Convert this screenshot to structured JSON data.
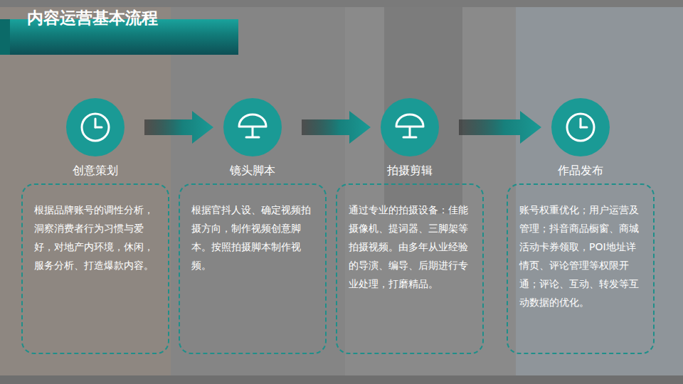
{
  "diagram": {
    "title": "内容运营基本流程",
    "nodes": [
      {
        "text": [
          "创意策划",
          "根据品牌账号的调性分析，洞察消费者行为习惯与爱好，对地产内环境，休闲，服务分析、打造爆款内容。"
        ]
      },
      {
        "text": [
          "镜头脚本",
          "根据官抖人设、确定视频拍摄方向，制作视频创意脚本。按照拍摄脚本制作视频。"
        ]
      },
      {
        "text": [
          "拍摄剪辑",
          "通过专业的拍摄设备：佳能摄像机、提词器、三脚架等拍摄视频。由多年从业经验的导演、编导、后期进行专业处理，打磨精品。"
        ]
      },
      {
        "text": [
          "作品发布",
          "账号权重优化；用户运营及管理；抖音商品橱窗、商城活动卡券领取，POI地址详情页、评论管理等权限开通；评论、互动、转发等互动数据的优化。"
        ]
      }
    ],
    "edges": [
      {
        "from": 0,
        "to": 1,
        "arrow": "to"
      },
      {
        "from": 1,
        "to": 2,
        "arrow": "to"
      },
      {
        "from": 2,
        "to": 3,
        "arrow": "to"
      }
    ]
  }
}
